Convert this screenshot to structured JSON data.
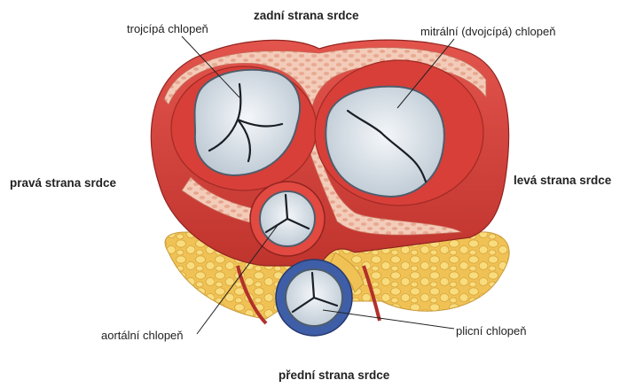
{
  "labels": {
    "posterior": "zadní strana srdce",
    "anterior": "přední strana srdce",
    "right_side": "pravá strana srdce",
    "left_side": "levá strana srdce",
    "tricuspid": "trojcípá chlopeň",
    "mitral": "mitrální (dvojcípá) chlopeň",
    "aortic": "aortální chlopeň",
    "pulmonary": "plicní chlopeň"
  },
  "colors": {
    "myocardium": "#d9453f",
    "myocardium_dark": "#b3302b",
    "fibrous_tissue": "#f2c7b4",
    "fat": "#f6d571",
    "valve_leaflet": "#dfe6ec",
    "pulmonary_trunk": "#3f5ea8"
  }
}
